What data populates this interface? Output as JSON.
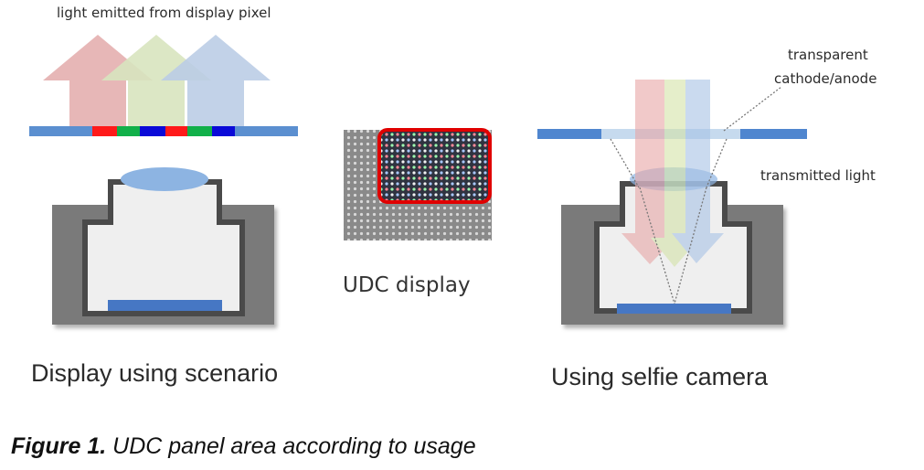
{
  "figure": {
    "caption_label": "Figure 1.",
    "caption_text": " UDC panel area according to usage"
  },
  "panels": {
    "left": {
      "top_label": "light emitted from display pixel",
      "bottom_label": "Display using scenario",
      "subpixel_colors": [
        "#ff1a1a",
        "#11b04a",
        "#0a0ad8",
        "#ff1a1a",
        "#11b04a",
        "#0a0ad8"
      ],
      "arrow_colors": [
        "#e6b4b4",
        "#d7e3bc",
        "#b8cbe4"
      ]
    },
    "middle": {
      "label": "UDC display"
    },
    "right": {
      "label_electrode_line1": "transparent",
      "label_electrode_line2": "cathode/anode",
      "label_light": "transmitted light",
      "bottom_label": "Using selfie camera"
    }
  },
  "colors": {
    "panel_blue": "#5b8fd0",
    "panel_blue_light": "#c6daee",
    "housing_dark": "#7a7a7a",
    "housing_outline": "#4a4a4a",
    "housing_inner": "#efefef",
    "lens": "#8db4e2",
    "sensor": "#4677c4",
    "highlight_red": "#e00000"
  }
}
